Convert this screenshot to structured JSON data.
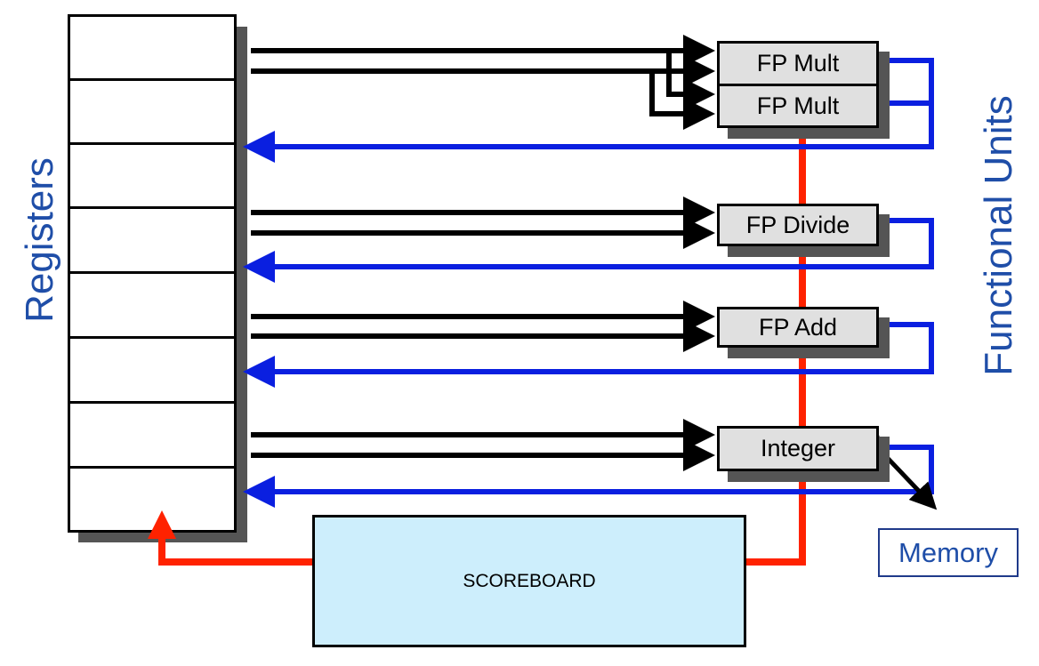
{
  "registers": {
    "label": "Registers",
    "cell_count": 8
  },
  "functional_units": {
    "label": "Functional Units",
    "units": [
      {
        "id": "fp-mult-1",
        "label": "FP Mult"
      },
      {
        "id": "fp-mult-2",
        "label": "FP Mult"
      },
      {
        "id": "fp-divide",
        "label": "FP Divide"
      },
      {
        "id": "fp-add",
        "label": "FP Add"
      },
      {
        "id": "integer",
        "label": "Integer"
      }
    ]
  },
  "scoreboard": {
    "label": "SCOREBOARD"
  },
  "memory": {
    "label": "Memory"
  },
  "colors": {
    "operand_bus": "#000000",
    "result_bus": "#0a1fe0",
    "control": "#ff2200",
    "label_text": "#1f4ea8",
    "scoreboard_fill": "#cdeefc",
    "unit_fill": "#e0e0e0"
  }
}
